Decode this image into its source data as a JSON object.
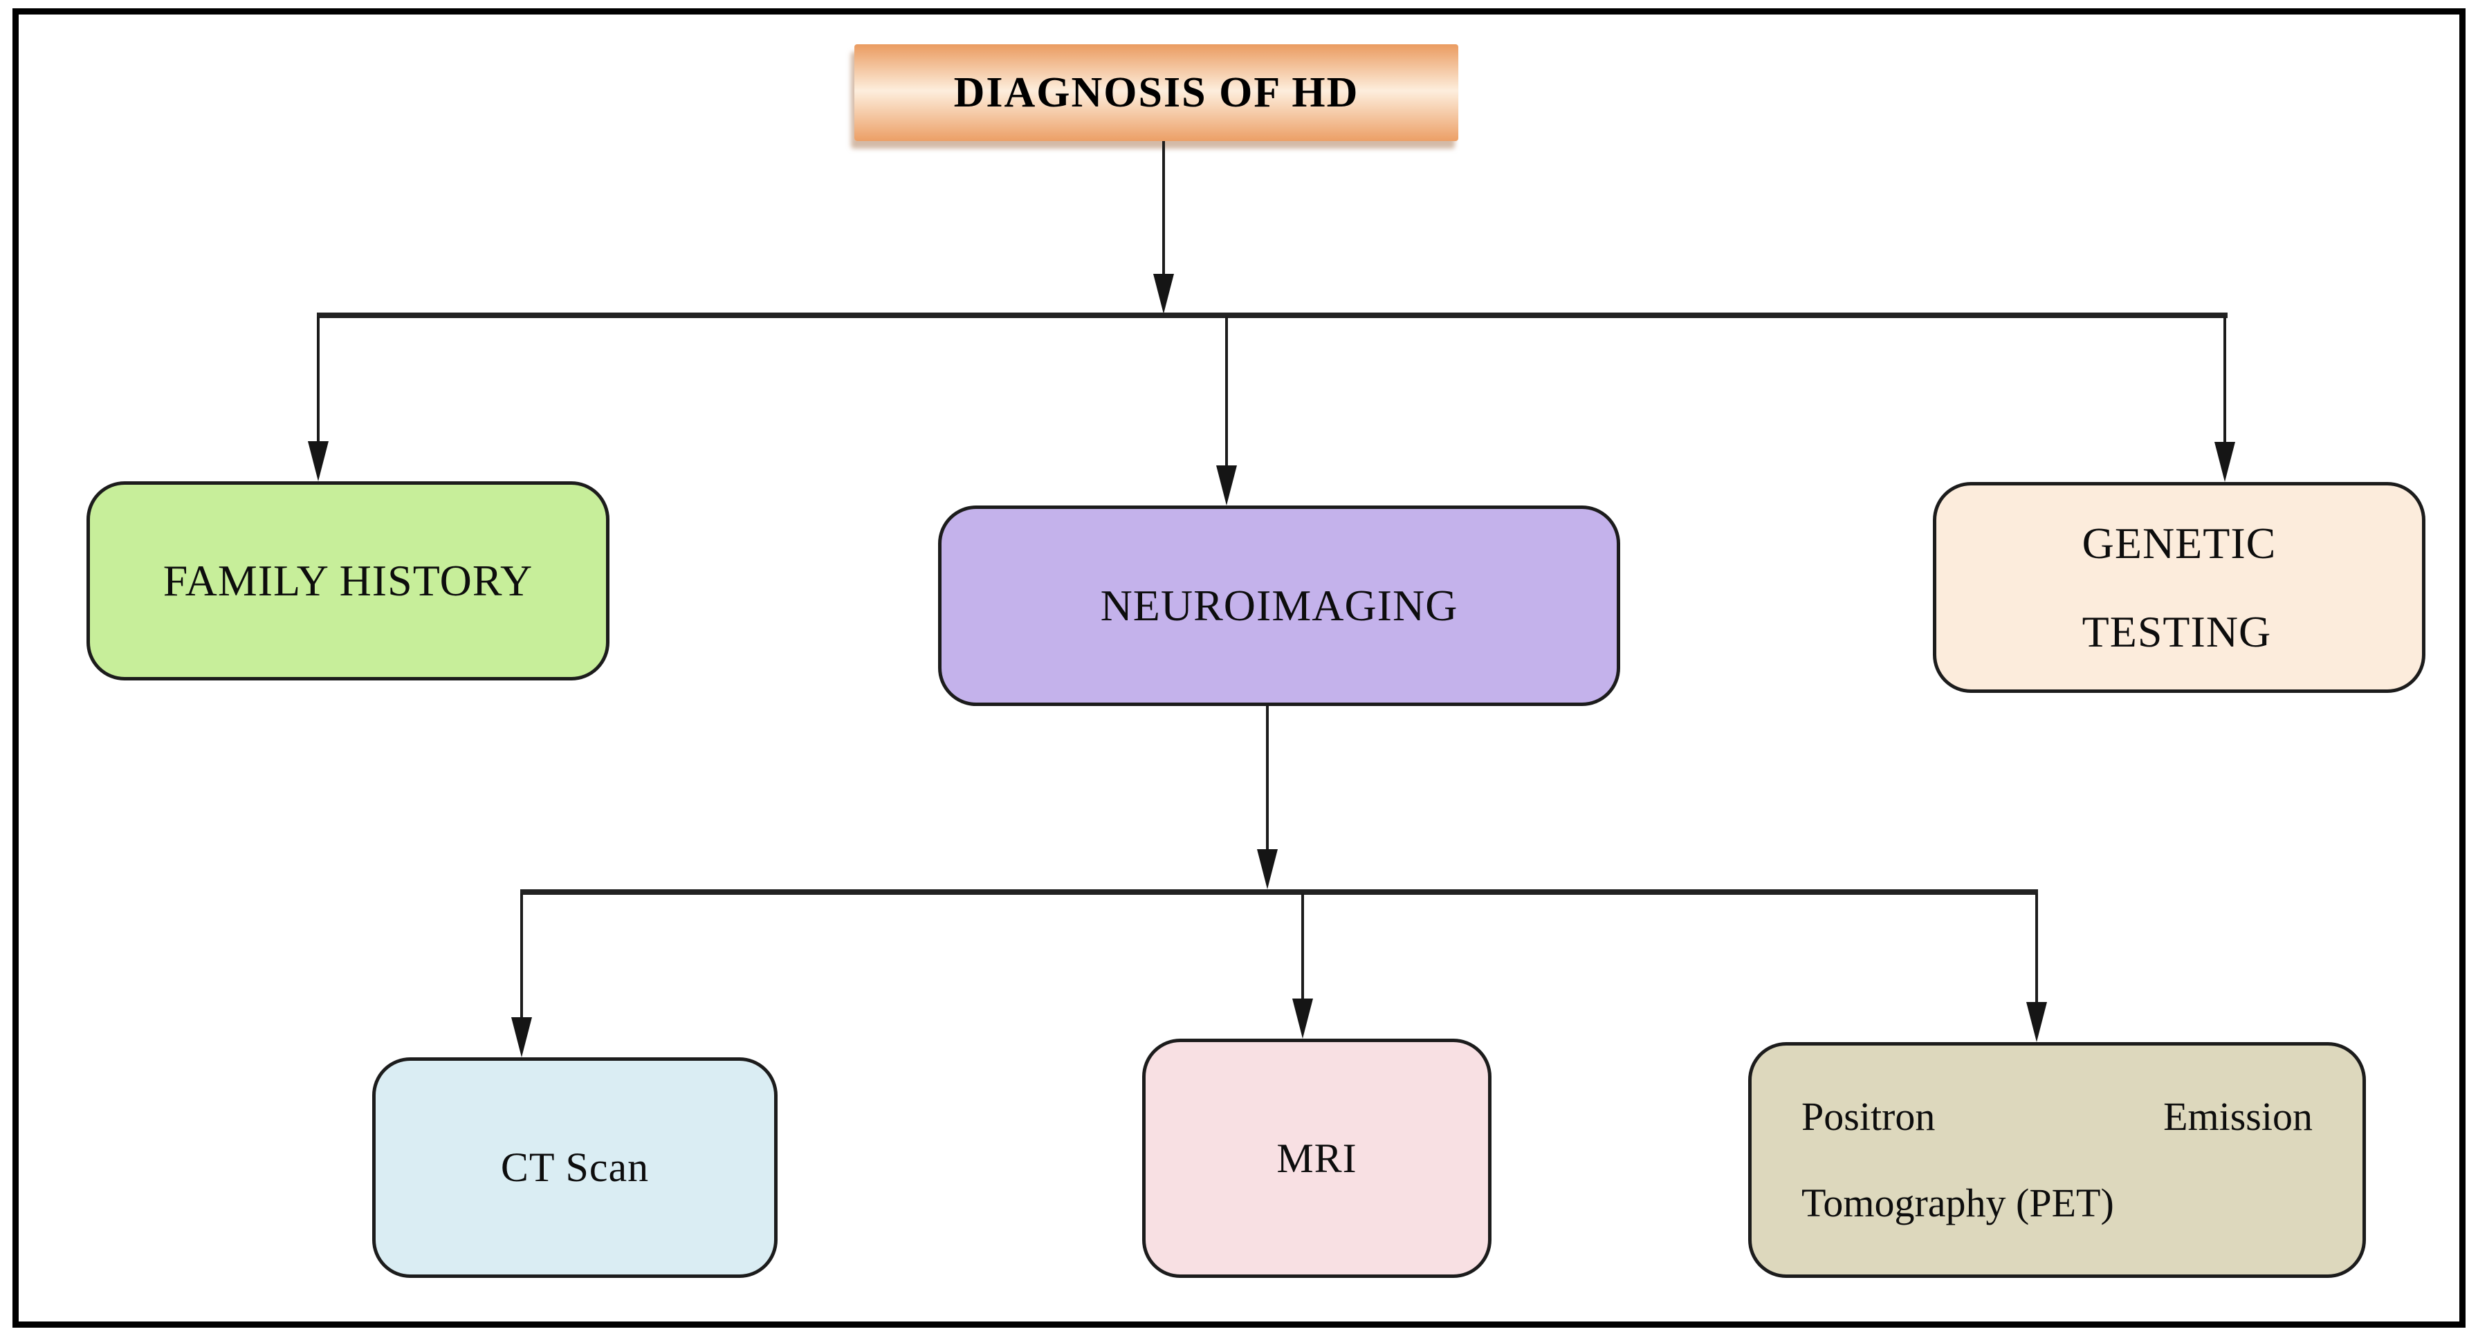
{
  "nodes": {
    "root": {
      "label": "DIAGNOSIS OF HD",
      "fill_top": "#ea9b60",
      "fill_mid": "#fdeedd",
      "fill_bottom": "#ec9f66"
    },
    "family_history": {
      "label": "FAMILY HISTORY",
      "fill": "#c7ee9a"
    },
    "neuroimaging": {
      "label": "NEUROIMAGING",
      "fill": "#c4b2eb"
    },
    "genetic_testing": {
      "line1": "GENETIC",
      "line2": "TESTING",
      "fill": "#fcecdc"
    },
    "ct_scan": {
      "label": "CT Scan",
      "fill": "#daedf3"
    },
    "mri": {
      "label": "MRI",
      "fill": "#f8e0e3"
    },
    "pet": {
      "line1_word1": "Positron",
      "line1_word2": "Emission",
      "line2": "Tomography (PET)",
      "fill": "#ddd8bd"
    }
  },
  "edges": [
    {
      "from": "DIAGNOSIS OF HD",
      "to": "FAMILY HISTORY"
    },
    {
      "from": "DIAGNOSIS OF HD",
      "to": "NEUROIMAGING"
    },
    {
      "from": "DIAGNOSIS OF HD",
      "to": "GENETIC TESTING"
    },
    {
      "from": "NEUROIMAGING",
      "to": "CT Scan"
    },
    {
      "from": "NEUROIMAGING",
      "to": "MRI"
    },
    {
      "from": "NEUROIMAGING",
      "to": "Positron Emission Tomography (PET)"
    }
  ],
  "colors": {
    "background": "#ffffff",
    "frame": "#000000",
    "node_border": "#1c1c1c",
    "connector": "#1c1c1c"
  }
}
